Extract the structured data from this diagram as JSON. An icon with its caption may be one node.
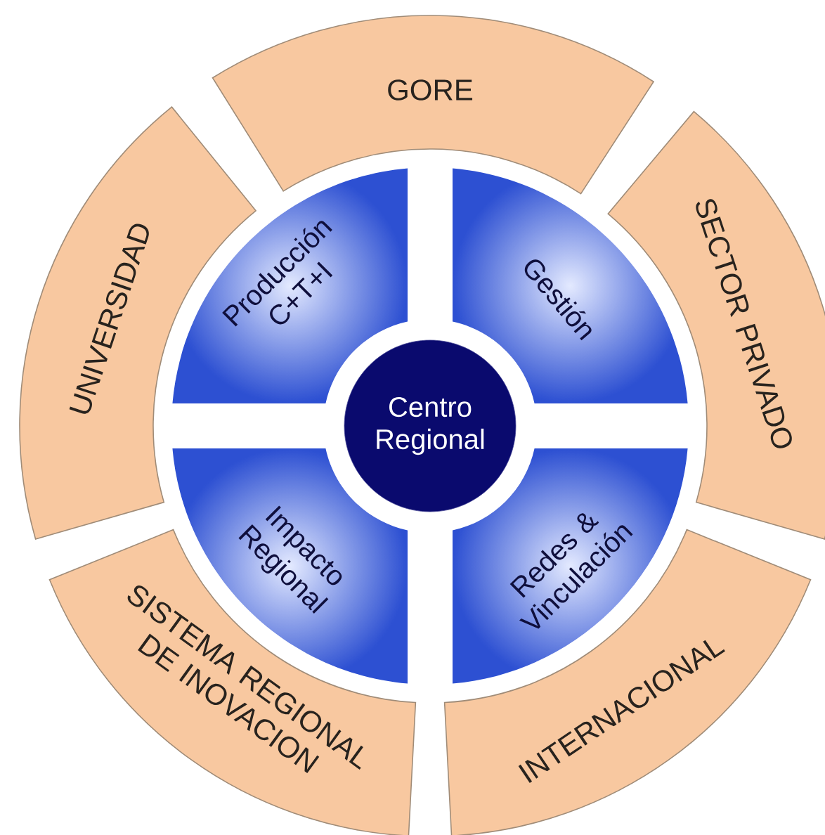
{
  "diagram": {
    "nodes": [
      {
        "text": [
          "GORE"
        ]
      },
      {
        "text": [
          "UNIVERSIDAD"
        ]
      },
      {
        "text": [
          "Producción C+T+I"
        ]
      },
      {
        "text": [
          "Gestión"
        ]
      },
      {
        "text": [
          "SECTOR PRIVADO"
        ]
      },
      {
        "text": [
          "Centro Regional"
        ]
      },
      {
        "text": [
          "Impacto Regional"
        ]
      },
      {
        "text": [
          "Redes & Vinculación"
        ]
      },
      {
        "text": [
          "SISTEMA REGIONAL DE INOVACION"
        ]
      },
      {
        "text": [
          "INTERNACIONAL"
        ]
      }
    ]
  }
}
